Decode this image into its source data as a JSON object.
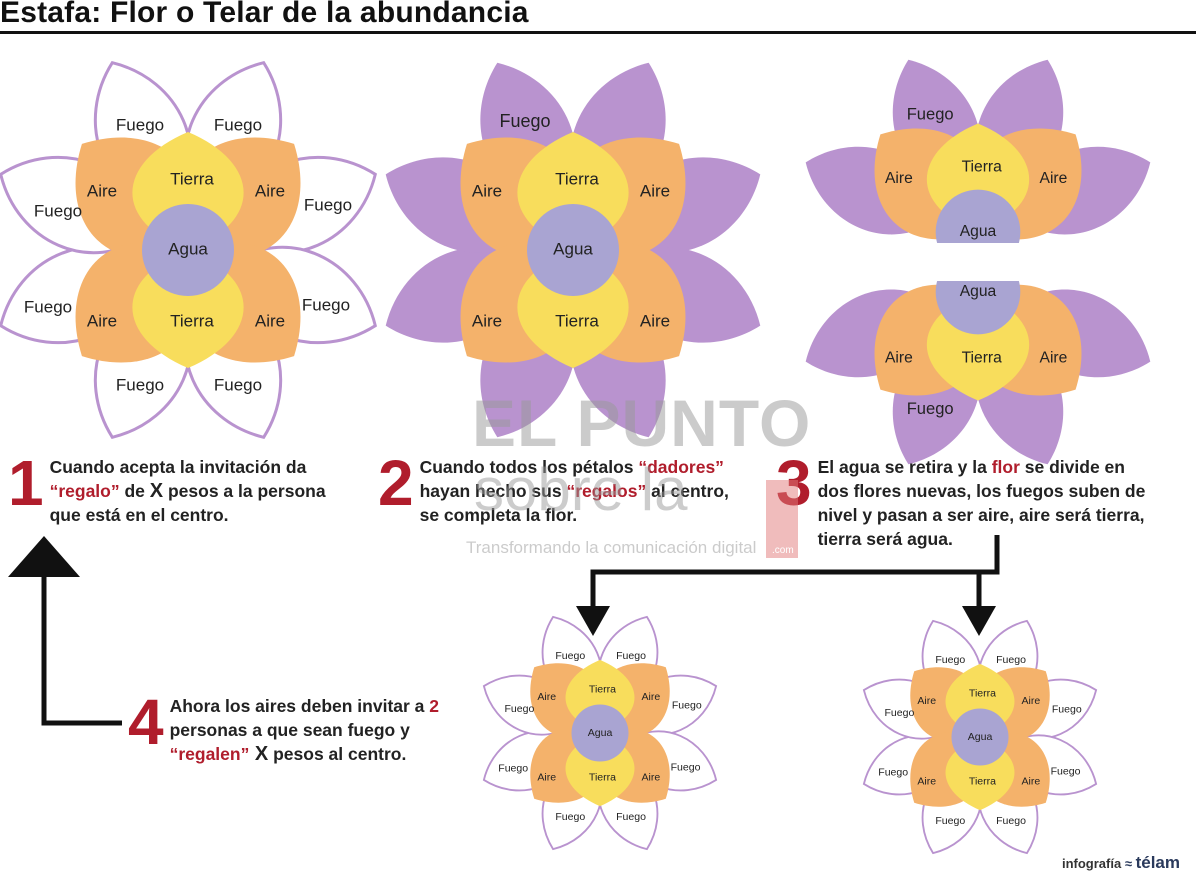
{
  "title": "Estafa: Flor o Telar de la abundancia",
  "petal_labels": {
    "fuego": "Fuego",
    "aire": "Aire",
    "tierra": "Tierra",
    "agua": "Agua"
  },
  "steps": {
    "s1": {
      "number": "1",
      "line1": "Cuando acepta la invitación da",
      "w_regalo": "“regalo”",
      "w_de": " de ",
      "w_x": "X",
      "w_rest": " pesos a la persona",
      "line3": "que está en el centro."
    },
    "s2": {
      "number": "2",
      "w_a": "Cuando todos los pétalos ",
      "w_dadores": "“dadores”",
      "w_b": "hayan hecho sus ",
      "w_regalos": "“regalos”",
      "w_c": " al centro,",
      "line3": "se completa la flor."
    },
    "s3": {
      "number": "3",
      "w_a": "El agua se retira y la ",
      "w_flor": "flor",
      "w_b": " se divide en",
      "line2": "dos flores nuevas, los fuegos suben de",
      "line3": "nivel y pasan a ser aire, aire será tierra,",
      "line4": "tierra será agua."
    },
    "s4": {
      "number": "4",
      "w_a": "Ahora los aires deben invitar a ",
      "w_2": "2",
      "line2": "personas a que sean fuego y",
      "w_regalen": "“regalen”",
      "w_x": " X",
      "w_rest": " pesos al centro."
    }
  },
  "watermark": {
    "line1": "EL PUNTO",
    "line2": "sobre la",
    "tagline": "Transformando la comunicación digital",
    "com": ".com"
  },
  "credit": {
    "label": "infografía",
    "brand": "télam"
  },
  "colors": {
    "fuego_fill": "#b993cf",
    "fuego_outline": "#b993cf",
    "aire": "#f4b26b",
    "tierra": "#f8dd5c",
    "agua": "#a9a4d2",
    "accent": "#b01d2c"
  }
}
